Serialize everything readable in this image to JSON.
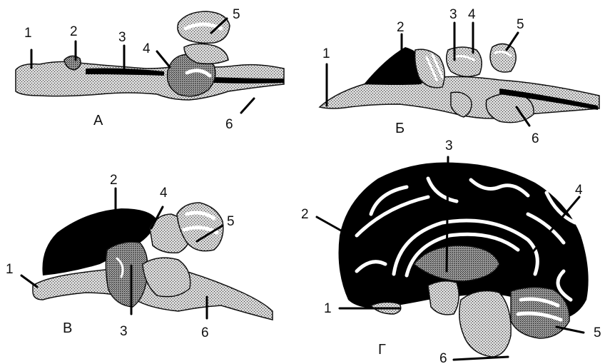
{
  "panels": [
    {
      "id": "A",
      "caption": "А",
      "labels": [
        "1",
        "2",
        "3",
        "4",
        "5",
        "6"
      ]
    },
    {
      "id": "B",
      "caption": "Б",
      "labels": [
        "1",
        "2",
        "3",
        "4",
        "5",
        "6"
      ]
    },
    {
      "id": "V",
      "caption": "В",
      "labels": [
        "1",
        "2",
        "3",
        "4",
        "5",
        "6"
      ]
    },
    {
      "id": "G",
      "caption": "Г",
      "labels": [
        "1",
        "2",
        "3",
        "4",
        "5",
        "6"
      ]
    }
  ]
}
